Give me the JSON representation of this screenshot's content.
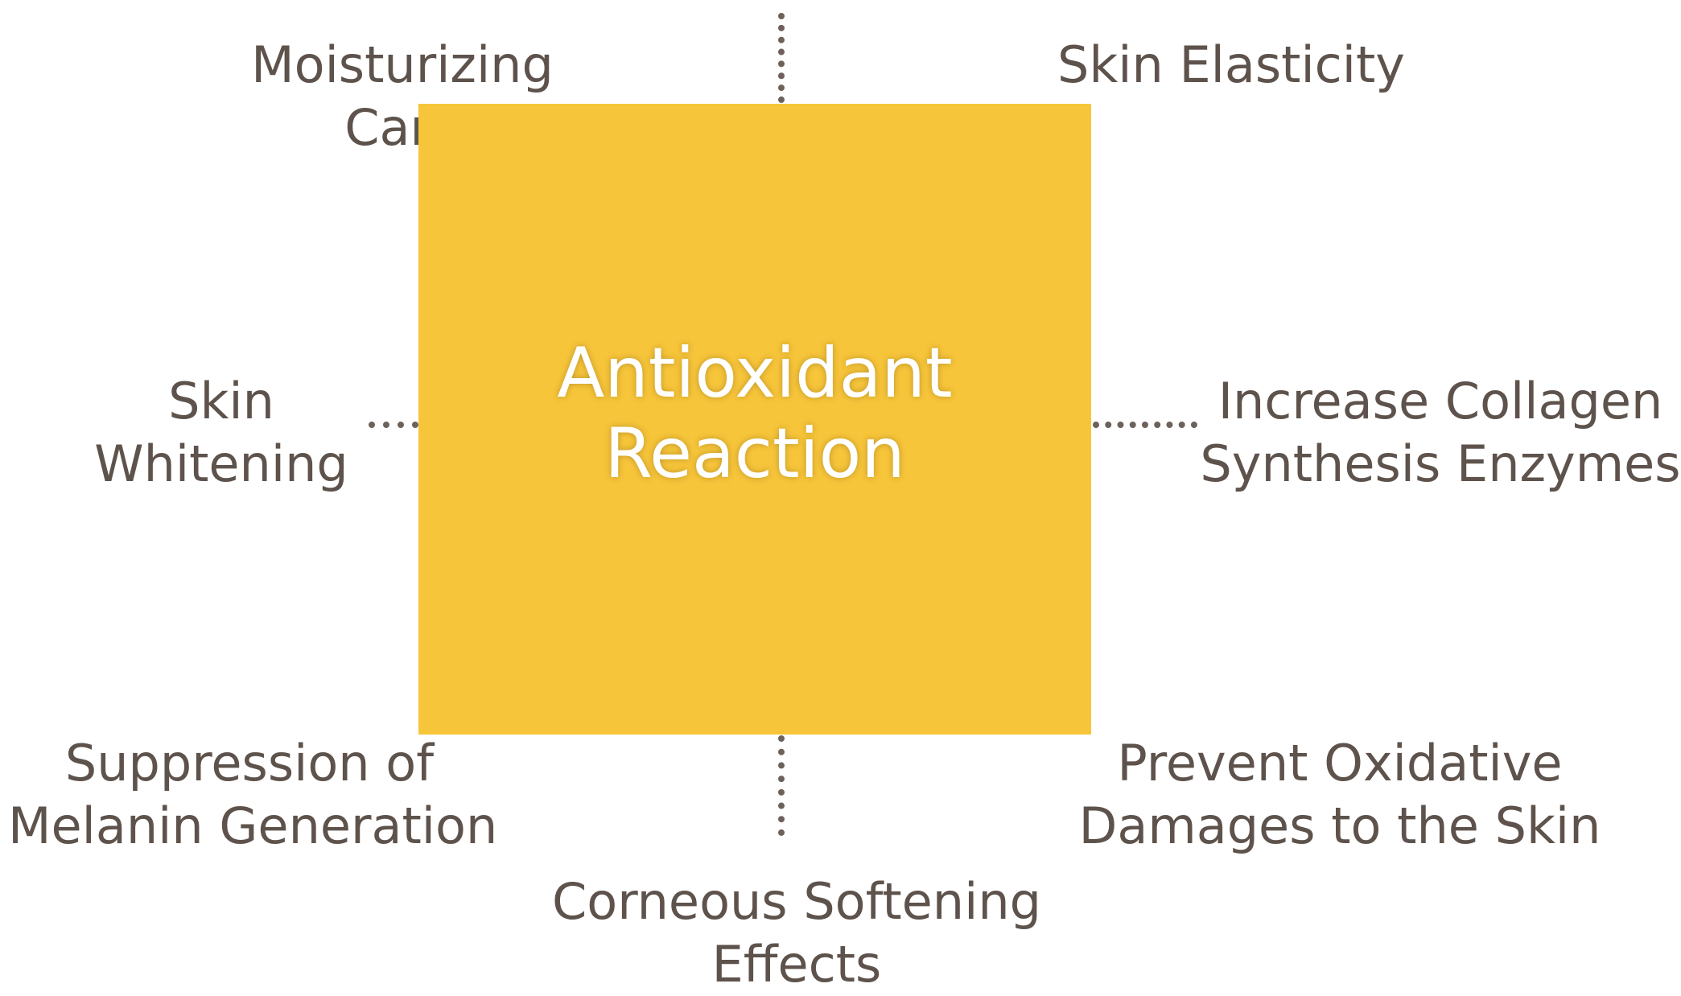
{
  "center": {
    "line1": "Antioxidant",
    "line2": "Reaction"
  },
  "labels": {
    "moisturizing": {
      "line1": "Moisturizing",
      "line2": "Care"
    },
    "elasticity": {
      "line1": "Skin Elasticity"
    },
    "whitening": {
      "line1": "Skin",
      "line2": "Whitening"
    },
    "collagen": {
      "line1": "Increase Collagen",
      "line2": "Synthesis Enzymes"
    },
    "melanin": {
      "line1": "Suppression of",
      "line2": "Melanin Generation"
    },
    "oxidative": {
      "line1": "Prevent Oxidative",
      "line2": "Damages to the Skin"
    },
    "corneous": {
      "line1": "Corneous Softening",
      "line2": "Effects"
    }
  },
  "colors": {
    "box": "#f7c53a",
    "text": "#5e534c",
    "connector": "#6d625b",
    "center_text": "#ffffff"
  }
}
